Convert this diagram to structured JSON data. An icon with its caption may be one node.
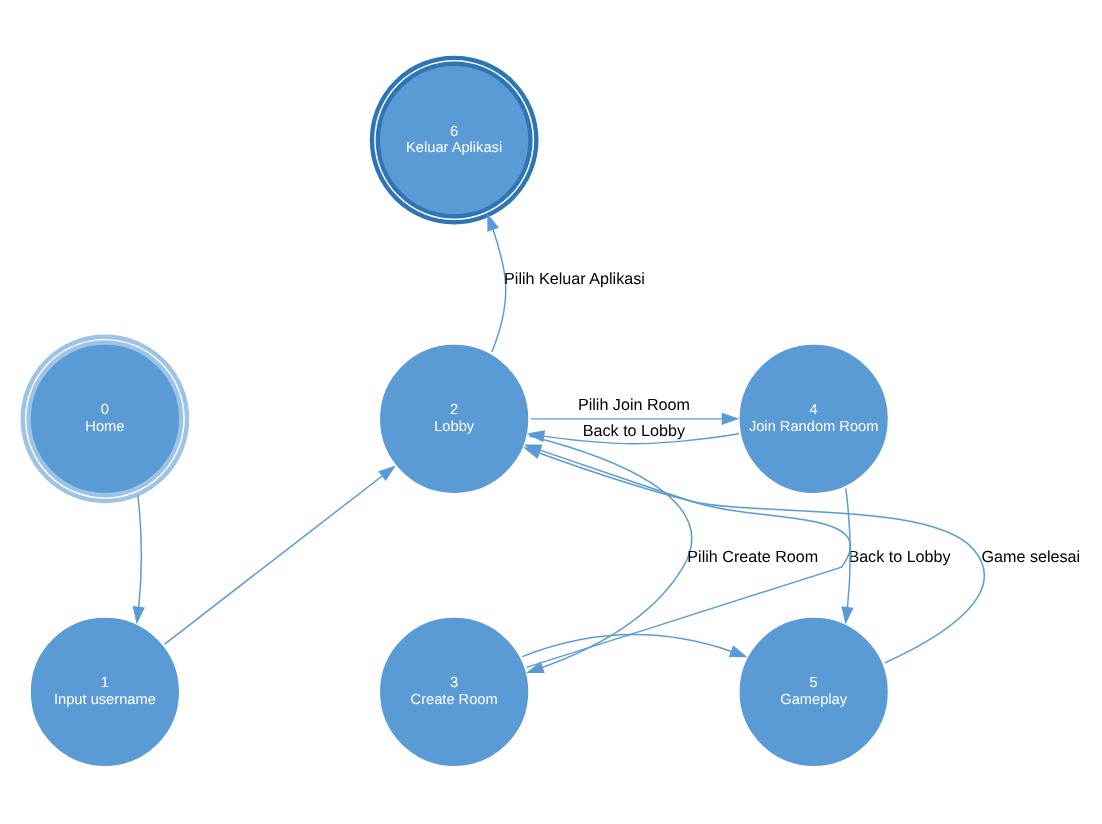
{
  "diagram": {
    "nodes": [
      {
        "text": [
          "0",
          "Home"
        ]
      },
      {
        "text": [
          "1",
          "Input username"
        ]
      },
      {
        "text": [
          "2",
          "Lobby"
        ]
      },
      {
        "text": [
          "3",
          "Create Room"
        ]
      },
      {
        "text": [
          "4",
          "Join Random Room"
        ]
      },
      {
        "text": [
          "5",
          "Gameplay"
        ]
      },
      {
        "text": [
          "6",
          "Keluar Aplikasi"
        ]
      }
    ],
    "edges": [
      {
        "from": 0,
        "to": 1,
        "arrow": "to"
      },
      {
        "from": 1,
        "to": 2,
        "arrow": "to"
      },
      {
        "from": 2,
        "to": 6,
        "label": "Pilih Keluar Aplikasi",
        "arrow": "to"
      },
      {
        "from": 2,
        "to": 4,
        "label": "Pilih Join Room",
        "arrow": "to"
      },
      {
        "from": 4,
        "to": 2,
        "label": "Back to Lobby",
        "arrow": "to"
      },
      {
        "from": 2,
        "to": 3,
        "label": "Pilih Create Room",
        "arrow": "to"
      },
      {
        "from": 3,
        "to": 2,
        "label": "Back to Lobby",
        "arrow": "to"
      },
      {
        "from": 5,
        "to": 2,
        "label": "Game selesai",
        "arrow": "to"
      },
      {
        "from": 4,
        "to": 5,
        "arrow": "to"
      },
      {
        "from": 3,
        "to": 5,
        "arrow": "to"
      }
    ]
  }
}
